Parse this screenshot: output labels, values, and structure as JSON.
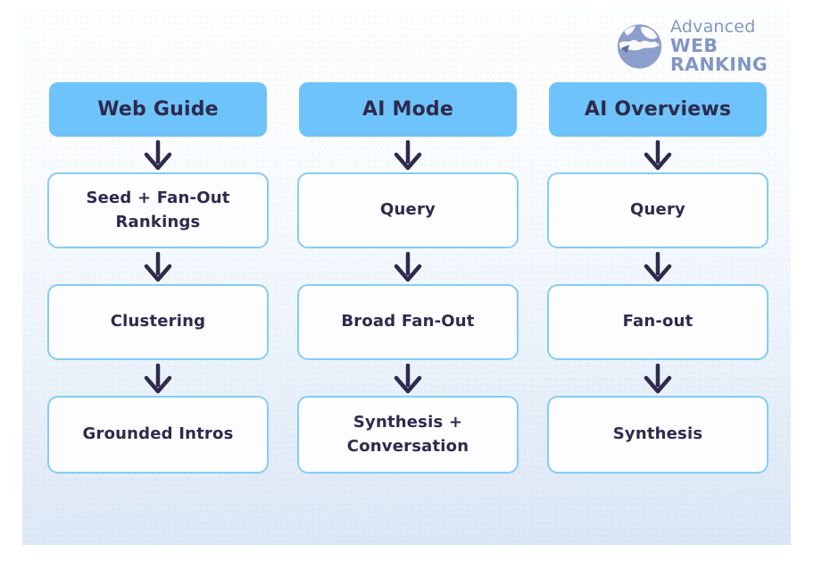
{
  "logo": {
    "brand_top": "Advanced",
    "brand_bottom": "WEB RANKING",
    "icon": "globe-icon",
    "color": "#8296c5"
  },
  "colors": {
    "header_fill": "#6ec3fa",
    "box_fill": "#fbfdff",
    "box_border": "#85ccf7",
    "text": "#2e2a4d",
    "arrow": "#2e2a4d",
    "background_top": "#fefeff",
    "background_bottom": "#d9e6f5"
  },
  "columns": [
    {
      "title": "Web Guide",
      "steps": [
        "Seed + Fan-Out Rankings",
        "Clustering",
        "Grounded Intros"
      ]
    },
    {
      "title": "AI Mode",
      "steps": [
        "Query",
        "Broad Fan-Out",
        "Synthesis + Conversation"
      ]
    },
    {
      "title": "AI Overviews",
      "steps": [
        "Query",
        "Fan-out",
        "Synthesis"
      ]
    }
  ]
}
